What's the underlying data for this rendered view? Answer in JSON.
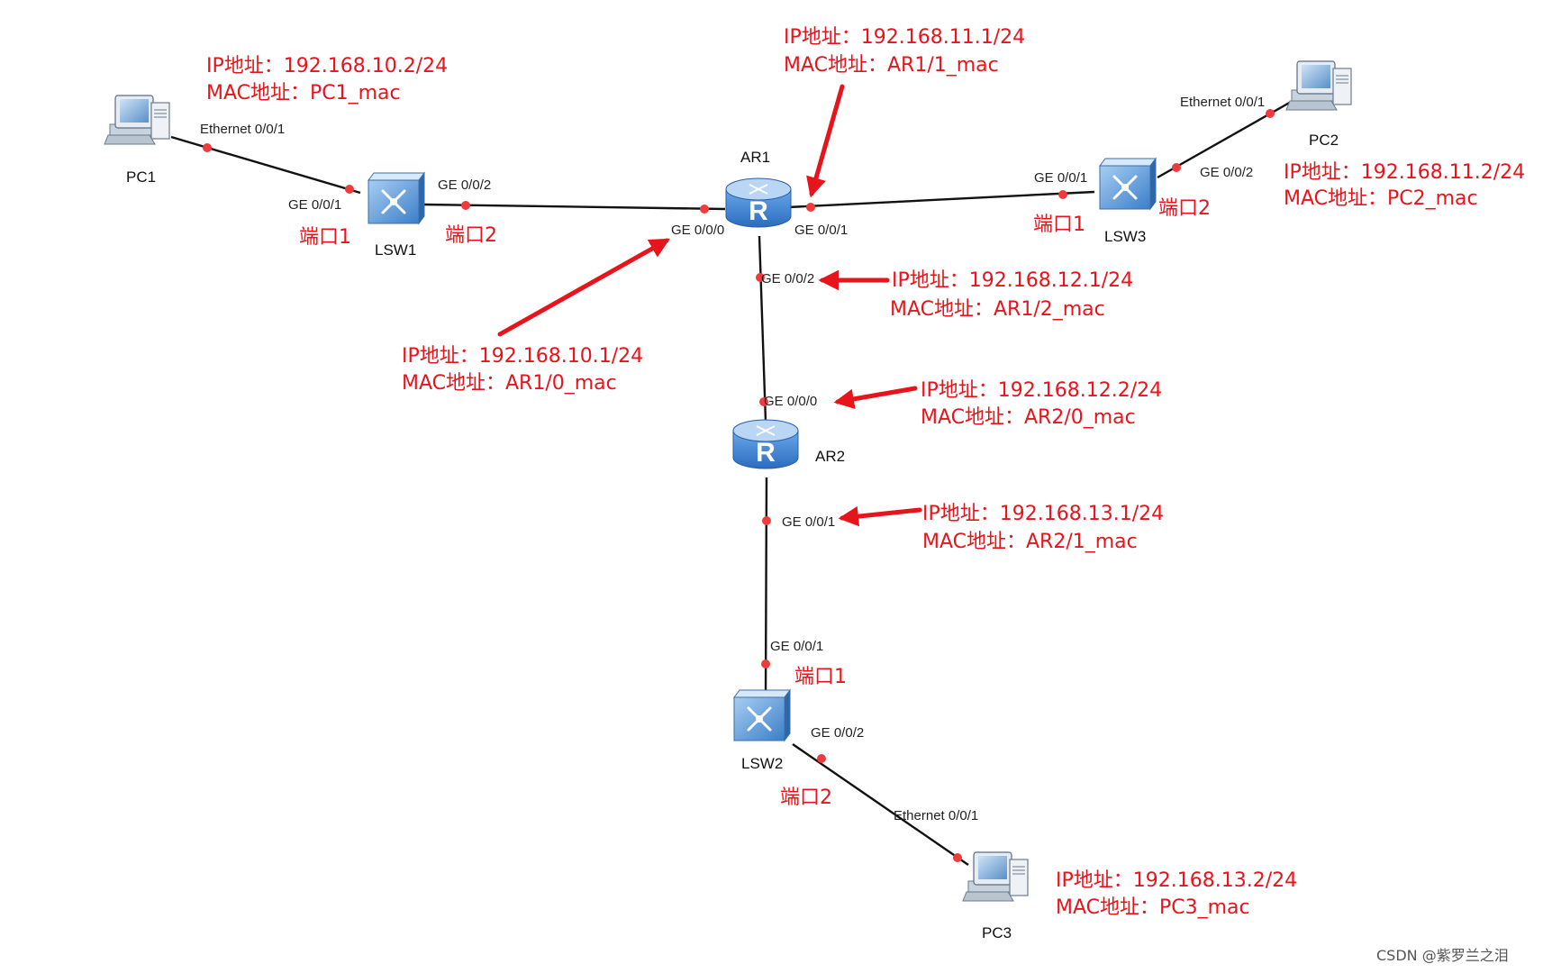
{
  "devices": {
    "pc1": "PC1",
    "pc2": "PC2",
    "pc3": "PC3",
    "lsw1": "LSW1",
    "lsw2": "LSW2",
    "lsw3": "LSW3",
    "ar1": "AR1",
    "ar2": "AR2"
  },
  "ports": {
    "pc1_eth": "Ethernet 0/0/1",
    "lsw1_ge1": "GE 0/0/1",
    "lsw1_ge2": "GE 0/0/2",
    "ar1_ge0": "GE 0/0/0",
    "ar1_ge1": "GE 0/0/1",
    "ar1_ge2": "GE 0/0/2",
    "lsw3_ge1": "GE 0/0/1",
    "lsw3_ge2": "GE 0/0/2",
    "pc2_eth": "Ethernet 0/0/1",
    "ar2_ge0": "GE 0/0/0",
    "ar2_ge1": "GE 0/0/1",
    "lsw2_ge1": "GE 0/0/1",
    "lsw2_ge2": "GE 0/0/2",
    "pc3_eth": "Ethernet 0/0/1"
  },
  "switch_port_labels": {
    "lsw1_p1": "端口1",
    "lsw1_p2": "端口2",
    "lsw3_p1": "端口1",
    "lsw3_p2": "端口2",
    "lsw2_p1": "端口1",
    "lsw2_p2": "端口2"
  },
  "annotations": {
    "pc1": {
      "ip": "IP地址：192.168.10.2/24",
      "mac": "MAC地址：PC1_mac"
    },
    "ar1_ge1": {
      "ip": "IP地址：192.168.11.1/24",
      "mac": "MAC地址：AR1/1_mac"
    },
    "pc2": {
      "ip": "IP地址：192.168.11.2/24",
      "mac": "MAC地址：PC2_mac"
    },
    "ar1_ge2": {
      "ip": "IP地址：192.168.12.1/24",
      "mac": "MAC地址：AR1/2_mac"
    },
    "ar1_ge0": {
      "ip": "IP地址：192.168.10.1/24",
      "mac": "MAC地址：AR1/0_mac"
    },
    "ar2_ge0": {
      "ip": "IP地址：192.168.12.2/24",
      "mac": "MAC地址：AR2/0_mac"
    },
    "ar2_ge1": {
      "ip": "IP地址：192.168.13.1/24",
      "mac": "MAC地址：AR2/1_mac"
    },
    "pc3": {
      "ip": "IP地址：192.168.13.2/24",
      "mac": "MAC地址：PC3_mac"
    }
  },
  "watermark": "CSDN @紫罗兰之泪",
  "colors": {
    "annotation": "#e8141b",
    "link": "#111111",
    "port_dot": "#ef3b3b",
    "device_blue": "#3f86d6"
  },
  "icons": {
    "pc": "desktop-pc-icon",
    "switch": "layer3-switch-icon",
    "router": "router-icon"
  }
}
